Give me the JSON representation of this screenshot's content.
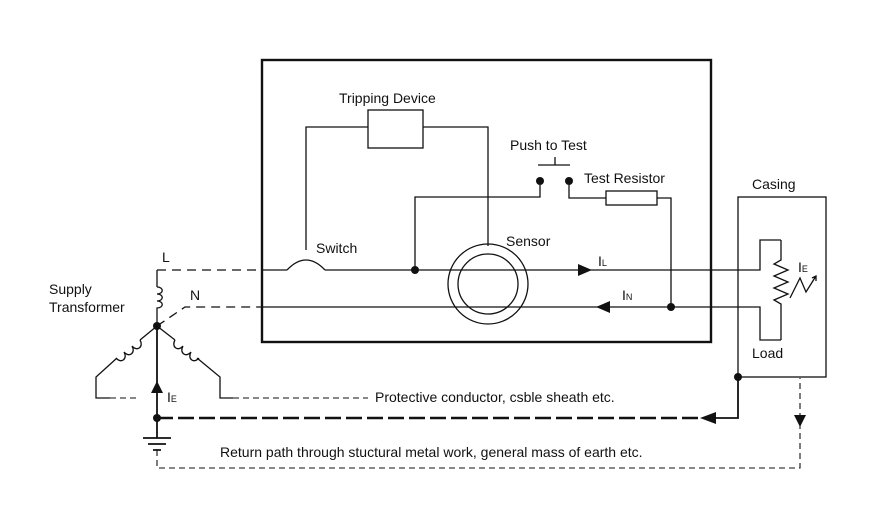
{
  "labels": {
    "tripping_device": "Tripping Device",
    "push_to_test": "Push to Test",
    "test_resistor": "Test Resistor",
    "casing": "Casing",
    "switch": "Switch",
    "sensor": "Sensor",
    "line": "L",
    "neutral": "N",
    "supply_1": "Supply",
    "supply_2": "Transformer",
    "load": "Load",
    "protective": "Protective conductor, csble sheath etc.",
    "return_path": "Return path through stuctural metal work, general mass of earth etc."
  },
  "currents": {
    "line": {
      "main": "I",
      "sub": "L"
    },
    "neutral": {
      "main": "I",
      "sub": "N"
    },
    "earth_fault": {
      "main": "I",
      "sub": "E"
    },
    "earth_return": {
      "main": "I",
      "sub": "E"
    }
  }
}
